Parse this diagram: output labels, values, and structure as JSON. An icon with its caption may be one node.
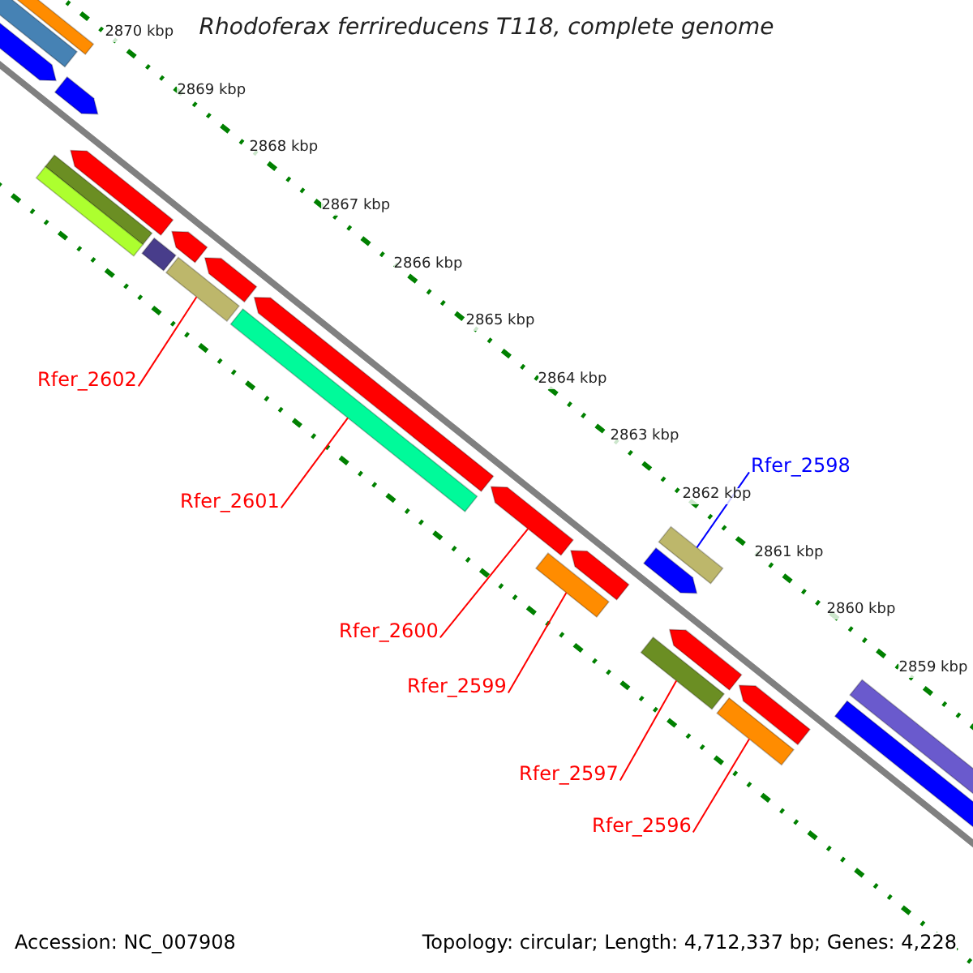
{
  "diagram": {
    "title": "Rhodoferax ferrireducens T118, complete genome",
    "nodes": [
      {
        "text": [
          "Rfer_2602"
        ]
      },
      {
        "text": [
          "Rfer_2598"
        ]
      },
      {
        "text": [
          "Rfer_2601"
        ]
      },
      {
        "text": [
          "Rfer_2600"
        ]
      },
      {
        "text": [
          "Rfer_2599"
        ]
      },
      {
        "text": [
          "Rfer_2597"
        ]
      },
      {
        "text": [
          "Rfer_2596"
        ]
      },
      {
        "text": [],
        "shape": "bar"
      },
      {
        "text": [],
        "shape": "bar"
      },
      {
        "text": [],
        "shape": "bar"
      },
      {
        "text": [],
        "shape": "bar"
      },
      {
        "text": [],
        "shape": "bar"
      },
      {
        "text": [],
        "shape": "bar"
      },
      {
        "text": [],
        "shape": "bar"
      }
    ],
    "edges": [
      {
        "from": 0,
        "to": 7,
        "arrow": "none"
      },
      {
        "from": 1,
        "to": 12,
        "arrow": "none",
        "color": "#0000ff"
      },
      {
        "from": 2,
        "to": 8,
        "arrow": "none"
      },
      {
        "from": 3,
        "to": 9,
        "arrow": "none"
      },
      {
        "from": 4,
        "to": 10,
        "arrow": "none"
      },
      {
        "from": 5,
        "to": 11,
        "arrow": "none"
      },
      {
        "from": 6,
        "to": 13,
        "arrow": "none"
      }
    ],
    "labels": [
      "2870 kbp",
      "2869 kbp",
      "2868 kbp",
      "2867 kbp",
      "2866 kbp",
      "2865 kbp",
      "2864 kbp",
      "2863 kbp",
      "2862 kbp",
      "2861 kbp",
      "2860 kbp",
      "2859 kbp",
      "Accession: NC_007908",
      "Topology: circular; Length: 4,712,337 bp; Genes: 4,228"
    ]
  }
}
